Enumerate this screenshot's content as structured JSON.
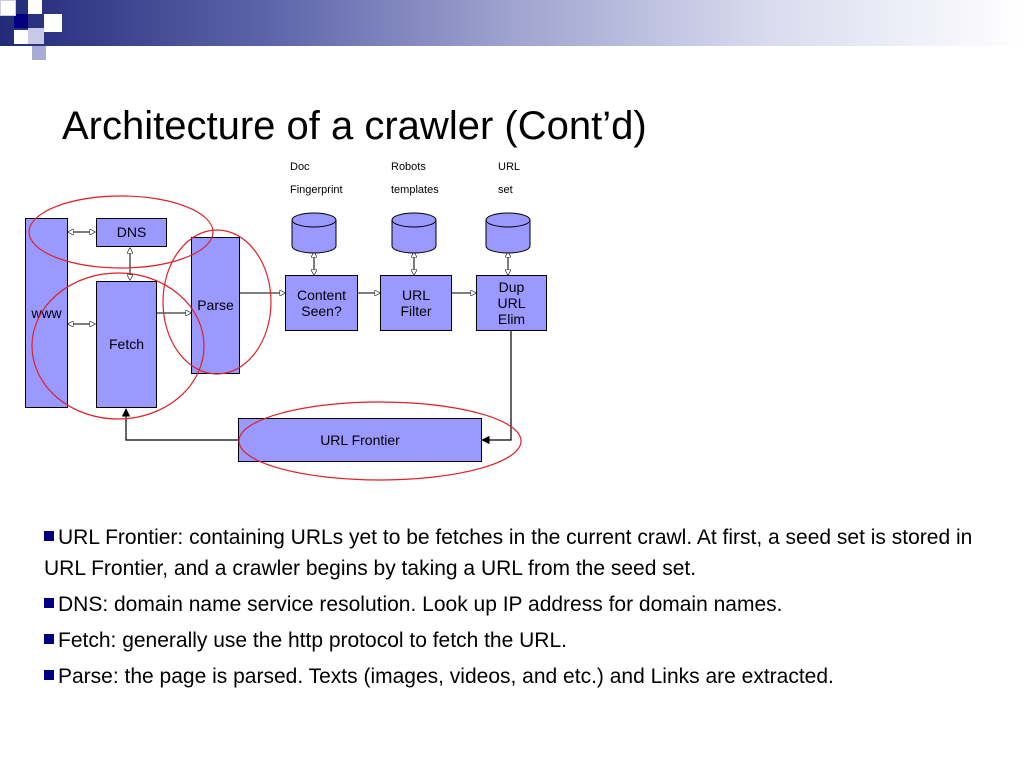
{
  "slide": {
    "title": "Architecture of a crawler (Cont’d)"
  },
  "diagram": {
    "www": "www",
    "dns": "DNS",
    "fetch": "Fetch",
    "parse": "Parse",
    "content_seen": "Content\nSeen?",
    "url_filter": "URL\nFilter",
    "dup_url_elim": "Dup\nURL\nElim",
    "url_frontier": "URL Frontier",
    "stores": [
      {
        "line1": "Doc",
        "line2": "Fingerprint"
      },
      {
        "line1": "Robots",
        "line2": "templates"
      },
      {
        "line1": "URL",
        "line2": "set"
      }
    ]
  },
  "bullets": [
    {
      "text": "URL Frontier: containing URLs yet to be fetches in the current crawl. At first, a seed set is stored in URL Frontier, and a crawler begins by taking a URL from the seed set."
    },
    {
      "text": "DNS: domain name service resolution. Look up IP address for domain names."
    },
    {
      "text": "Fetch: generally use the http protocol to fetch the URL."
    },
    {
      "text": "Parse: the page is parsed. Texts (images, videos, and etc.) and Links are extracted."
    }
  ],
  "colors": {
    "box_fill": "#9999ff",
    "highlight_ring": "#e0202a",
    "header_band": "#222a7a",
    "bullet": "#000080"
  }
}
